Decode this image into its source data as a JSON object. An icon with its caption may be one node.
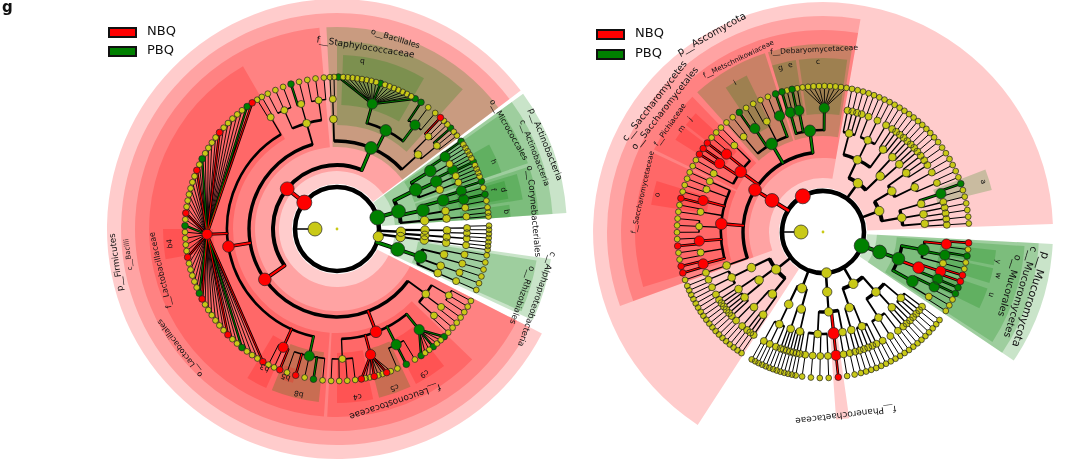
{
  "diagram": {
    "labels": [
      "g",
      "o__Bacillales",
      "f__Staphylococcaceae",
      "q",
      "p__Actinobacteria",
      "c__Actinobacteria",
      "o__Micrococcales",
      "h",
      "o__Corynebacteriales",
      "f",
      "d",
      "b",
      "c__Alphaproteobacteria",
      "o__Rhizobiales",
      "c9",
      "c5",
      "c4",
      "f__Leuconostocaceae",
      "b8",
      "b5",
      "b3",
      "o__Lactobacillales",
      "p__Firmicutes",
      "c__Bacilli",
      "f__Lactobacillaceae",
      "b4",
      "p__Ascomycota",
      "c__Saccharomycetes",
      "o__Saccharomycetales",
      "f__Pichiaceae",
      "f__Metschnikowiaceae",
      "f__Debaryomycetaceae",
      "g",
      "e",
      "c",
      "i",
      "j",
      "m",
      "f__Saccharomycetaceae",
      "o",
      "a",
      "p__Mucoromycota",
      "c__Mucoromycetes",
      "o__Mucorales",
      "y",
      "w",
      "u",
      "f__Phanerochaetaceae"
    ],
    "legend": [
      {
        "text": "NBQ",
        "color": "#ff0000"
      },
      {
        "text": "PBQ",
        "color": "#008000"
      },
      {
        "text": "NBQ",
        "color": "#ff0000"
      },
      {
        "text": "PBQ",
        "color": "#008000"
      }
    ]
  }
}
